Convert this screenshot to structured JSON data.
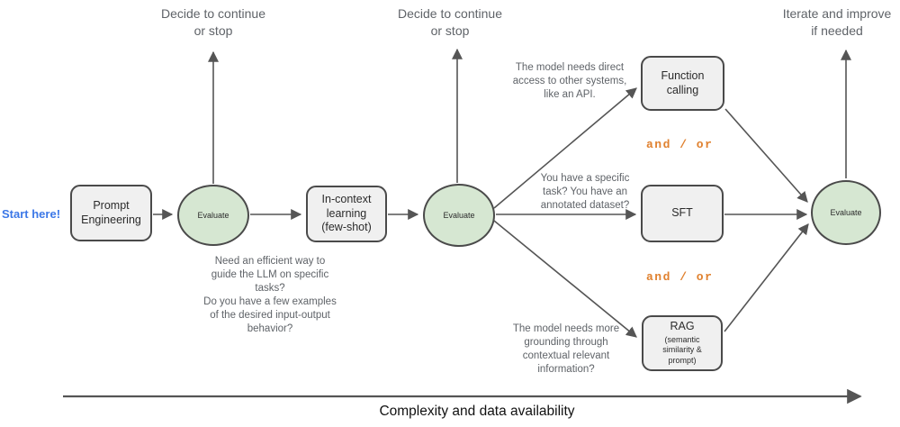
{
  "colors": {
    "node_green_fill": "#d6e7d2",
    "node_gray_fill": "#f0f0f0",
    "node_border": "#4a4a4a",
    "arrow": "#555555",
    "annotation_text": "#5f6368",
    "start_here_blue": "#3c78e7",
    "and_or_orange": "#e0812f",
    "axis_text": "#111111"
  },
  "labels": {
    "start_here": "Start here!",
    "decide_continue_1": "Decide to continue\nor stop",
    "decide_continue_2": "Decide to continue\nor stop",
    "iterate_improve": "Iterate and improve\nif needed",
    "and_or_top": "and / or",
    "and_or_bottom": "and / or",
    "x_axis": "Complexity and data availability"
  },
  "nodes": {
    "prompt_engineering": {
      "label": "Prompt\nEngineering"
    },
    "evaluate_1": {
      "label": "Evaluate"
    },
    "in_context_learning": {
      "label": "In-context\nlearning\n(few-shot)"
    },
    "evaluate_2": {
      "label": "Evaluate"
    },
    "function_calling": {
      "label": "Function\ncalling"
    },
    "sft": {
      "label": "SFT"
    },
    "rag": {
      "label": "RAG",
      "sublabel": "(semantic\nsimilarity &\nprompt)"
    },
    "evaluate_3": {
      "label": "Evaluate"
    }
  },
  "annotations": {
    "efficient_way": "Need an efficient way to\nguide the LLM on specific\ntasks?\nDo you have a few examples\nof the desired input-output\nbehavior?",
    "direct_access": "The model needs direct\naccess to other systems,\nlike an API.",
    "specific_task": "You have a specific\ntask? You have an\nannotated dataset?",
    "more_grounding": "The model needs more\ngrounding through\ncontextual relevant\ninformation?"
  }
}
